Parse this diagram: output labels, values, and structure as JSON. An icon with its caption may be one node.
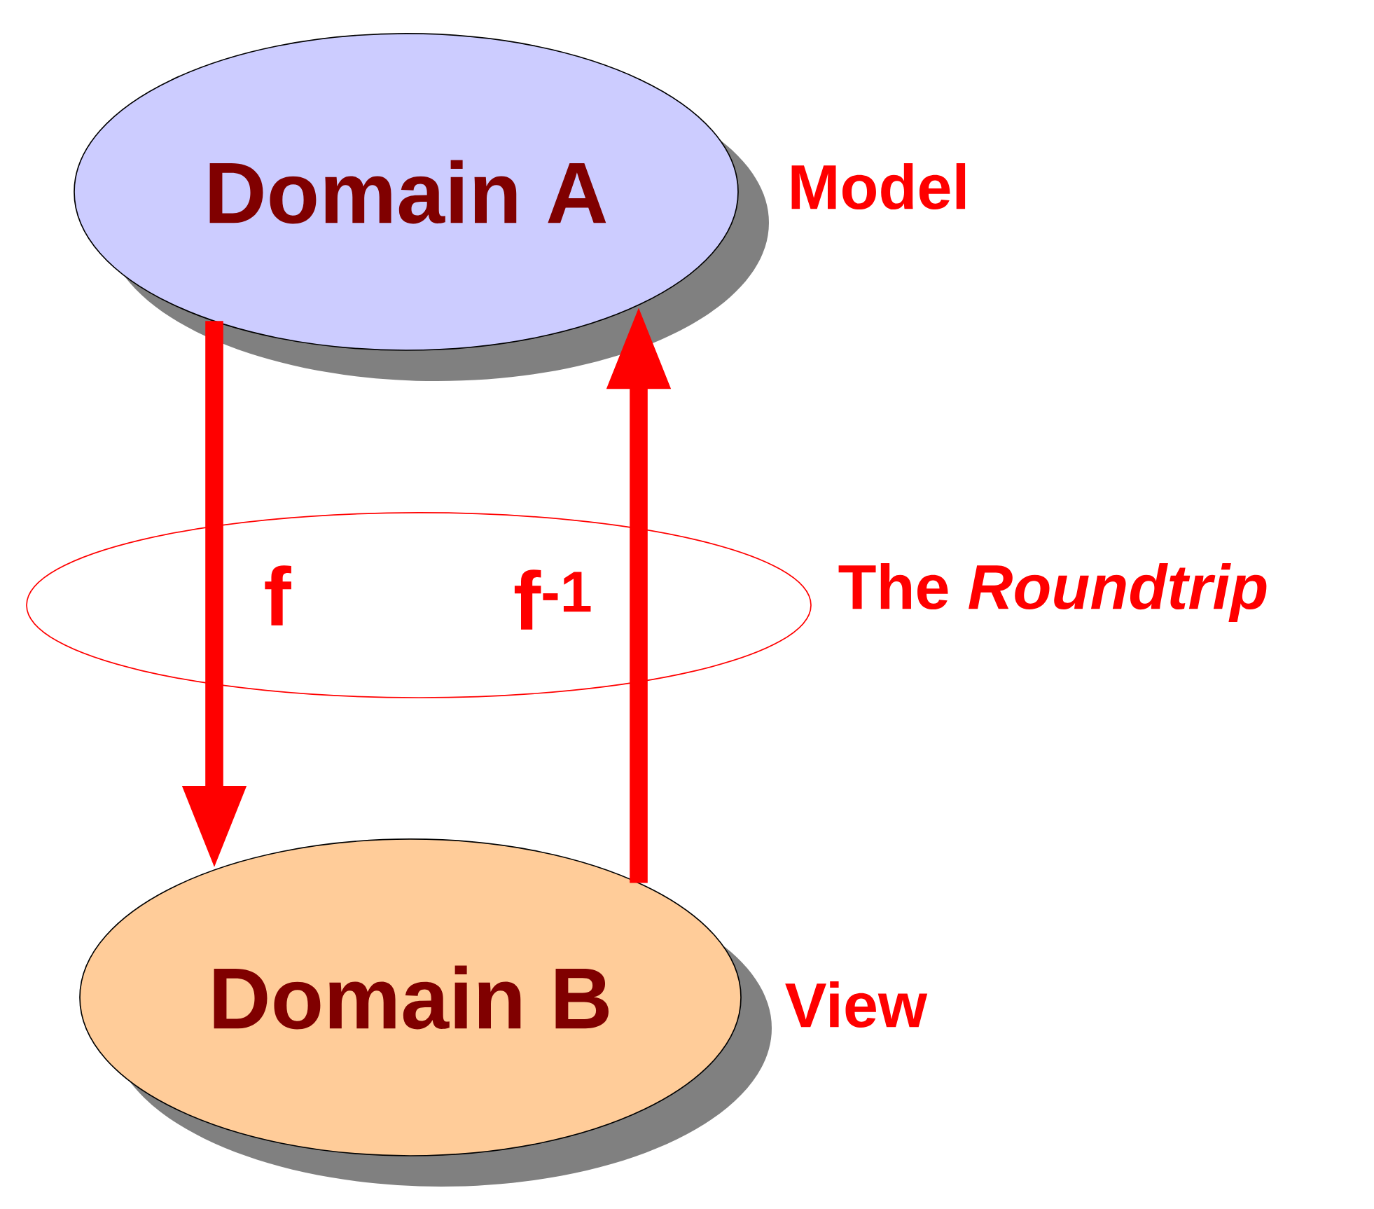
{
  "diagram": {
    "nodes": [
      {
        "text": [
          "Domain A"
        ],
        "beside": [
          "Model"
        ]
      },
      {
        "text": [
          "Domain B"
        ],
        "beside": [
          "View"
        ]
      }
    ],
    "labels": [
      "The *Roundtrip*"
    ],
    "edges": [
      {
        "from": 0,
        "to": 1,
        "arrow": "to",
        "label": "f"
      },
      {
        "from": 1,
        "to": 0,
        "arrow": "to",
        "label": "f$^{-1}$"
      }
    ]
  }
}
